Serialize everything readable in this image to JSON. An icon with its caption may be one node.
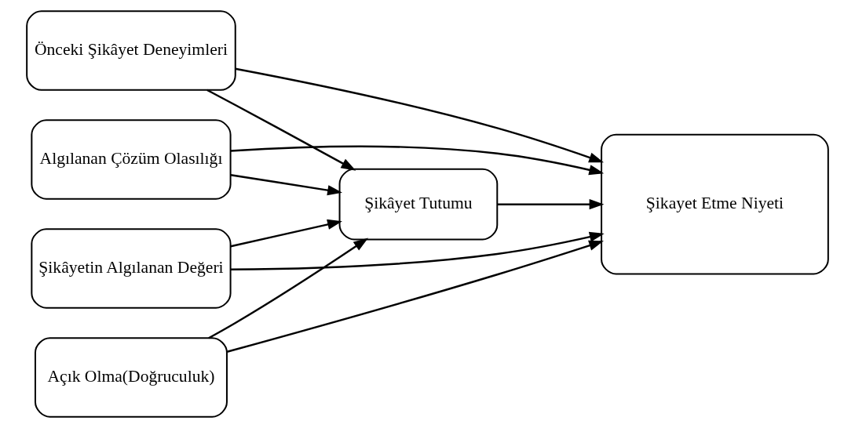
{
  "diagram": {
    "nodes": [
      {
        "text": [
          "Önceki Şikâyet Deneyimleri"
        ]
      },
      {
        "text": [
          "Algılanan Çözüm Olasılığı"
        ]
      },
      {
        "text": [
          "Şikâyetin Algılanan Değeri"
        ]
      },
      {
        "text": [
          "Açık Olma(Doğruculuk)"
        ]
      },
      {
        "text": [
          "Şikâyet Tutumu"
        ]
      },
      {
        "text": [
          "Şikayet Etme Niyeti"
        ]
      }
    ],
    "edges": [
      {
        "from": 0,
        "to": 4,
        "arrow": "to"
      },
      {
        "from": 1,
        "to": 4,
        "arrow": "to"
      },
      {
        "from": 2,
        "to": 4,
        "arrow": "to"
      },
      {
        "from": 3,
        "to": 4,
        "arrow": "to"
      },
      {
        "from": 0,
        "to": 5,
        "arrow": "to"
      },
      {
        "from": 1,
        "to": 5,
        "arrow": "to"
      },
      {
        "from": 2,
        "to": 5,
        "arrow": "to"
      },
      {
        "from": 3,
        "to": 5,
        "arrow": "to"
      },
      {
        "from": 4,
        "to": 5,
        "arrow": "to"
      }
    ]
  }
}
